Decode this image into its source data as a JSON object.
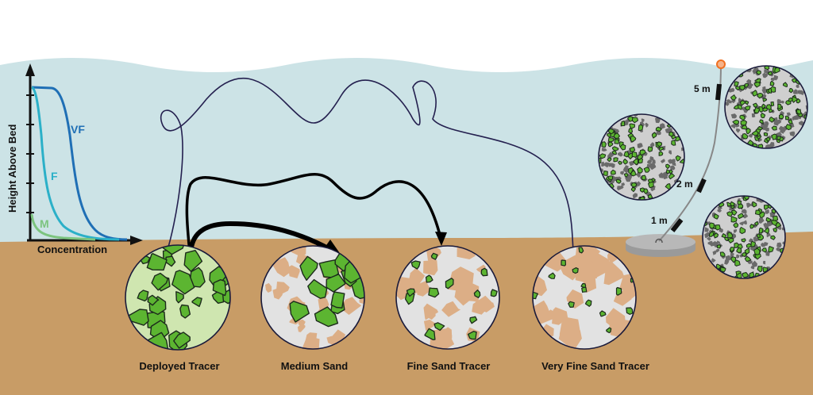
{
  "graph": {
    "ylabel": "Height Above Bed",
    "xlabel": "Concentration",
    "curves": [
      {
        "label": "VF",
        "color": "#1f6fb5"
      },
      {
        "label": "F",
        "color": "#2bb0c8"
      },
      {
        "label": "M",
        "color": "#7cc47f"
      }
    ]
  },
  "samples": [
    {
      "label": "Deployed Tracer"
    },
    {
      "label": "Medium Sand"
    },
    {
      "label": "Fine Sand Tracer"
    },
    {
      "label": "Very Fine Sand Tracer"
    }
  ],
  "mooring": {
    "heights": [
      "5 m",
      "2 m",
      "1 m"
    ]
  },
  "colors": {
    "water": "#cce3e6",
    "bed": "#c89c66",
    "tracer": "#5cb531",
    "sand": "#dcae86",
    "buoy": "#f28c4b"
  }
}
